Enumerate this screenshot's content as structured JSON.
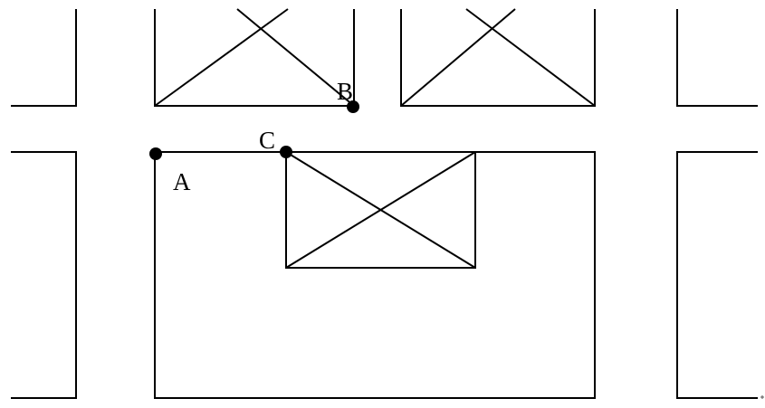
{
  "diagram": {
    "points": {
      "a": {
        "label": "A"
      },
      "b": {
        "label": "B"
      },
      "c": {
        "label": "C"
      }
    },
    "colors": {
      "stroke": "#000000",
      "background": "#ffffff"
    }
  }
}
